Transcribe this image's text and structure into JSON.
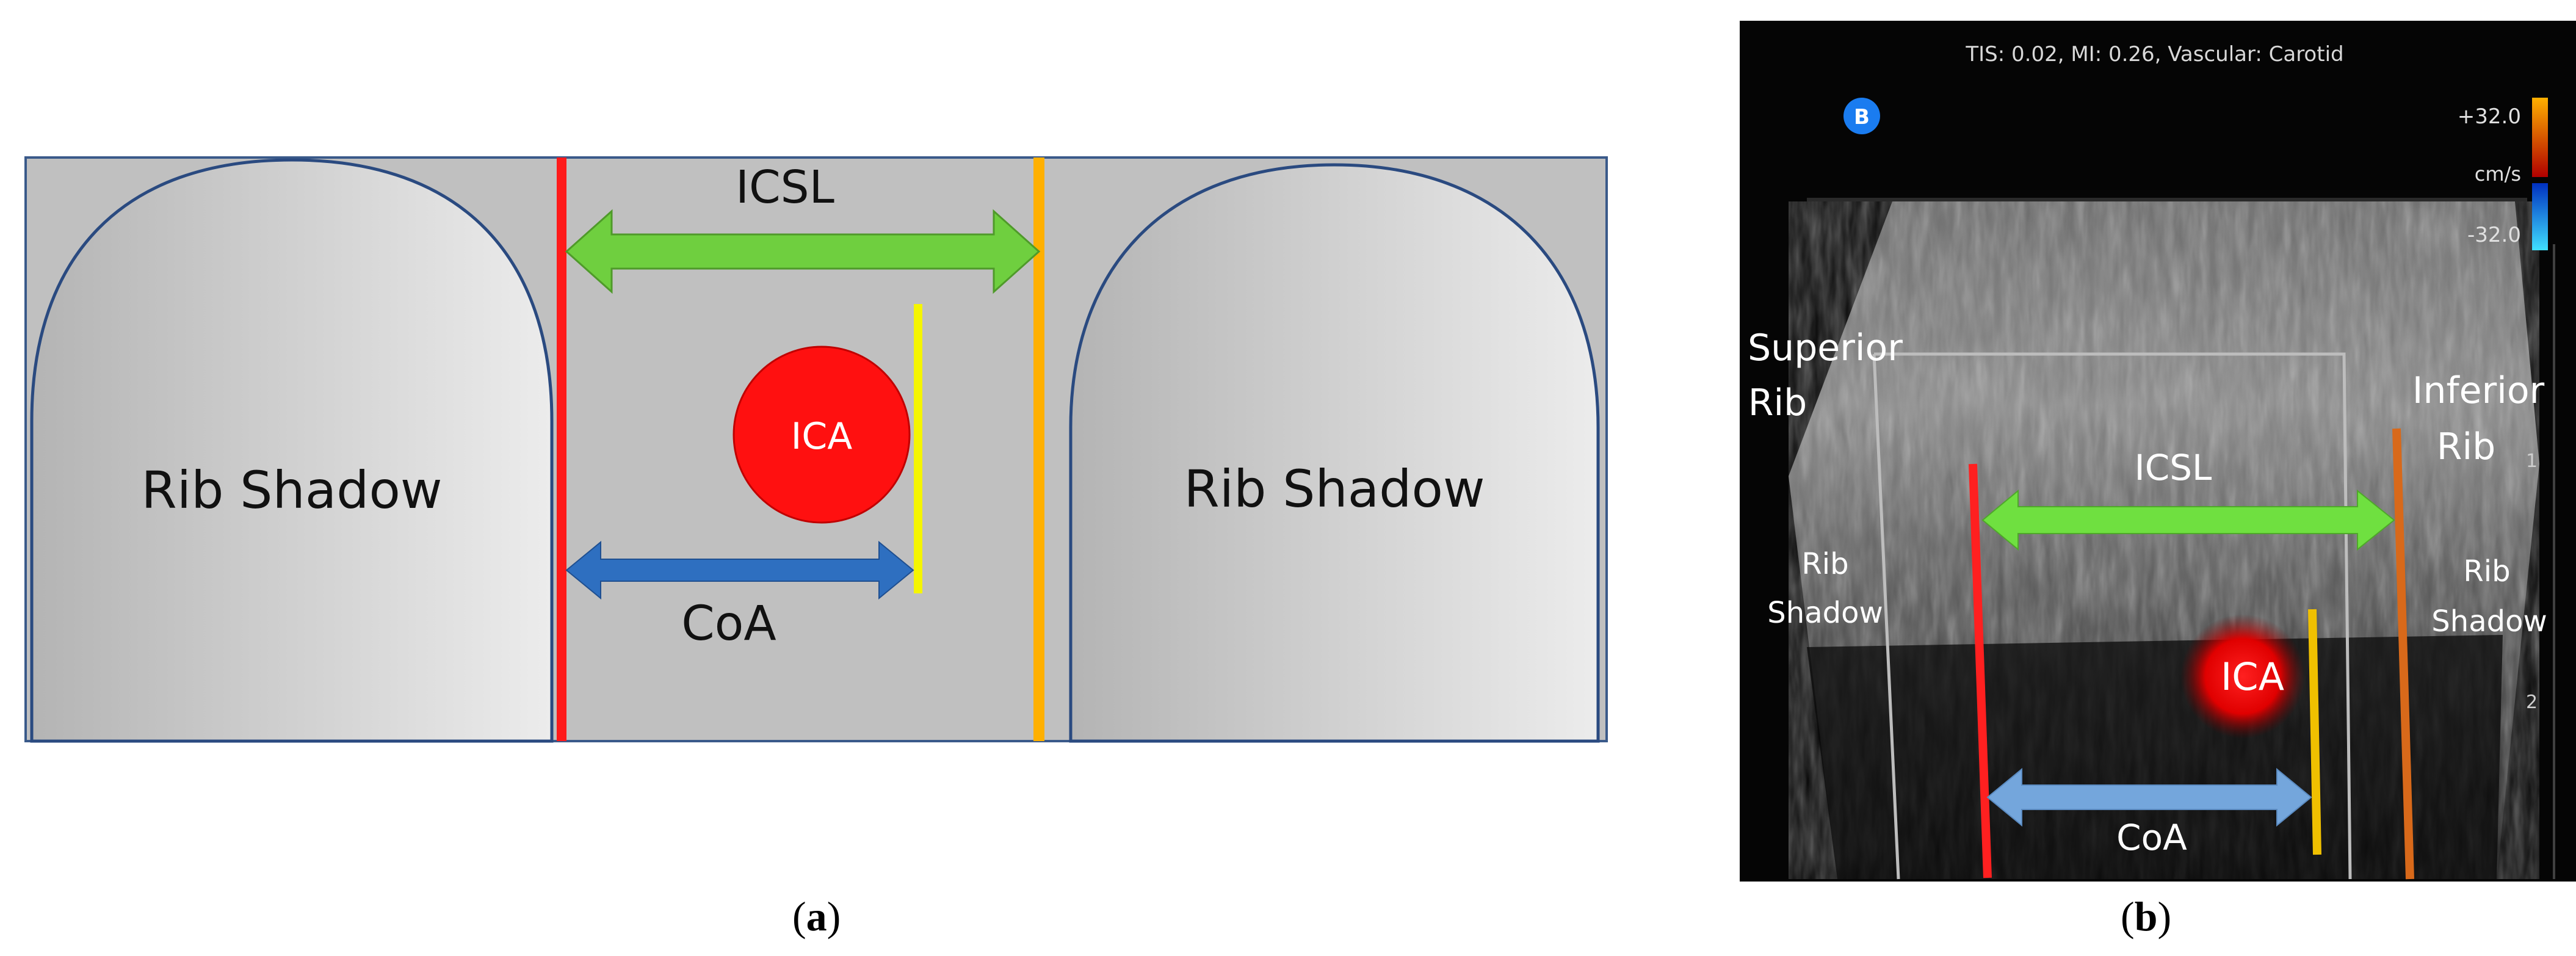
{
  "panel_a": {
    "caption_letter": "a",
    "left_shadow_label": "Rib Shadow",
    "right_shadow_label": "Rib Shadow",
    "icsl_label": "ICSL",
    "coa_label": "CoA",
    "ica_label": "ICA",
    "colors": {
      "background": "#c0c0c0",
      "red_line": "#ff1a1a",
      "orange_line": "#ffb000",
      "yellow_line": "#f5f500",
      "icsl_arrow": "#6fcf3f",
      "coa_arrow": "#2e6fc0",
      "ica_fill": "#ff1010"
    }
  },
  "panel_b": {
    "caption_letter": "b",
    "header_text": "TIS: 0.02, MI: 0.26, Vascular: Carotid",
    "mode_badge": "B",
    "scale_top": "+32.0",
    "scale_unit": "cm/s",
    "scale_bottom": "-32.0",
    "superior_rib_line1": "Superior",
    "superior_rib_line2": "Rib",
    "inferior_rib_line1": "Inferior",
    "inferior_rib_line2": "Rib",
    "left_shadow_line1": "Rib",
    "left_shadow_line2": "Shadow",
    "right_shadow_line1": "Rib",
    "right_shadow_line2": "Shadow",
    "icsl_label": "ICSL",
    "coa_label": "CoA",
    "ica_label": "ICA",
    "depth_tick_1": "1",
    "depth_tick_2": "2"
  }
}
